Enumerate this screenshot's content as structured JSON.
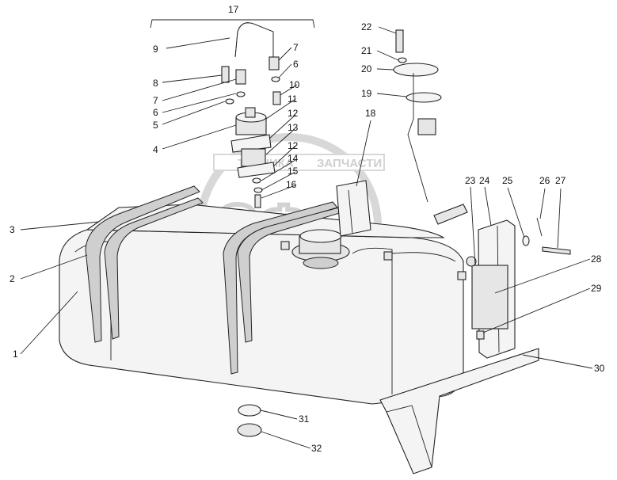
{
  "watermark": {
    "line1": "ТЕХНИКА",
    "line2": "ЗАПЧАСТИ",
    "mark": "ЭФ"
  },
  "callouts": [
    "1",
    "2",
    "3",
    "4",
    "5",
    "6",
    "7",
    "8",
    "9",
    "10",
    "11",
    "12",
    "13",
    "14",
    "15",
    "16",
    "17",
    "18",
    "19",
    "20",
    "21",
    "22",
    "23",
    "24",
    "25",
    "26",
    "27",
    "28",
    "29",
    "30",
    "31",
    "32"
  ],
  "callout_labels": {
    "c17": "17",
    "c9": "9",
    "c7a": "7",
    "c6a": "6",
    "c8": "8",
    "c10": "10",
    "c7b": "7",
    "c11": "11",
    "c6b": "6",
    "c12a": "12",
    "c5": "5",
    "c13": "13",
    "c4": "4",
    "c12b": "12",
    "c14": "14",
    "c15": "15",
    "c16": "16",
    "c22": "22",
    "c21": "21",
    "c20": "20",
    "c19": "19",
    "c18": "18",
    "c23": "23",
    "c24": "24",
    "c25": "25",
    "c26": "26",
    "c27": "27",
    "c28": "28",
    "c29": "29",
    "c3": "3",
    "c2": "2",
    "c1": "1",
    "c30": "30",
    "c31": "31",
    "c32": "32"
  }
}
